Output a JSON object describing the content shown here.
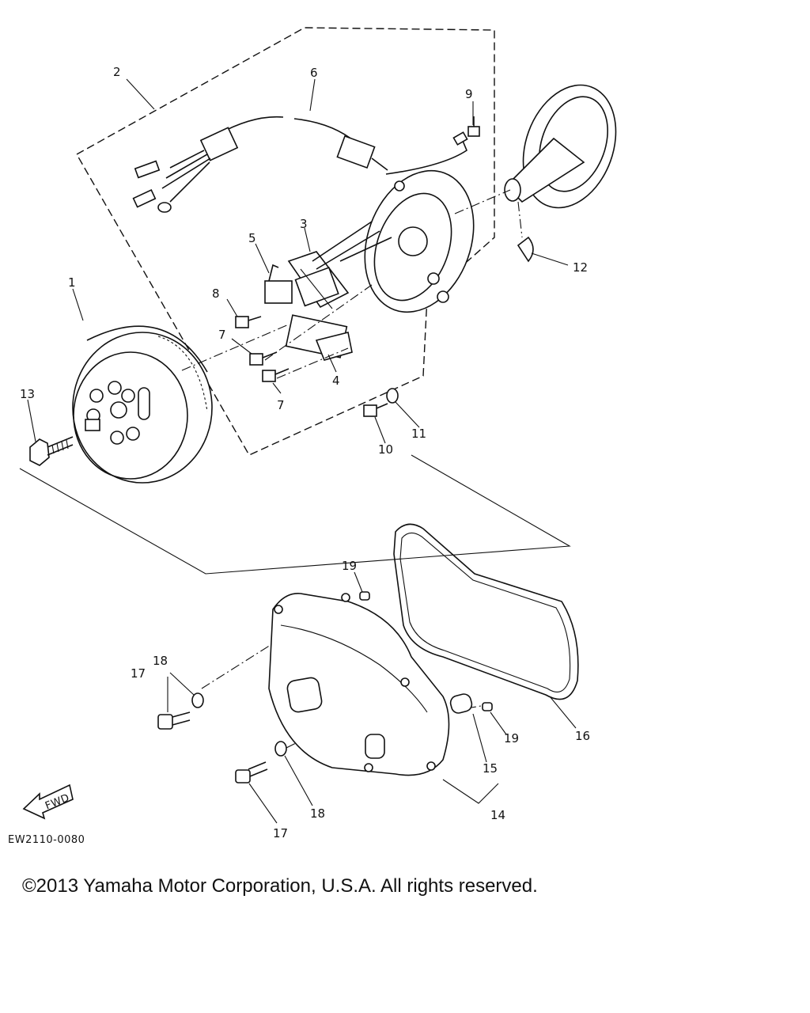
{
  "callouts": {
    "c1": "1",
    "c2": "2",
    "c3": "3",
    "c4": "4",
    "c5": "5",
    "c6": "6",
    "c7a": "7",
    "c7b": "7",
    "c8": "8",
    "c9": "9",
    "c10": "10",
    "c11": "11",
    "c12": "12",
    "c13": "13",
    "c14": "14",
    "c15": "15",
    "c16": "16",
    "c17a": "17",
    "c17b": "17",
    "c18a": "18",
    "c18b": "18",
    "c19a": "19",
    "c19b": "19"
  },
  "fwd_label": "FWD",
  "drawing_code": "EW2110-0080",
  "copyright": "©2013 Yamaha Motor Corporation, U.S.A. All rights reserved."
}
